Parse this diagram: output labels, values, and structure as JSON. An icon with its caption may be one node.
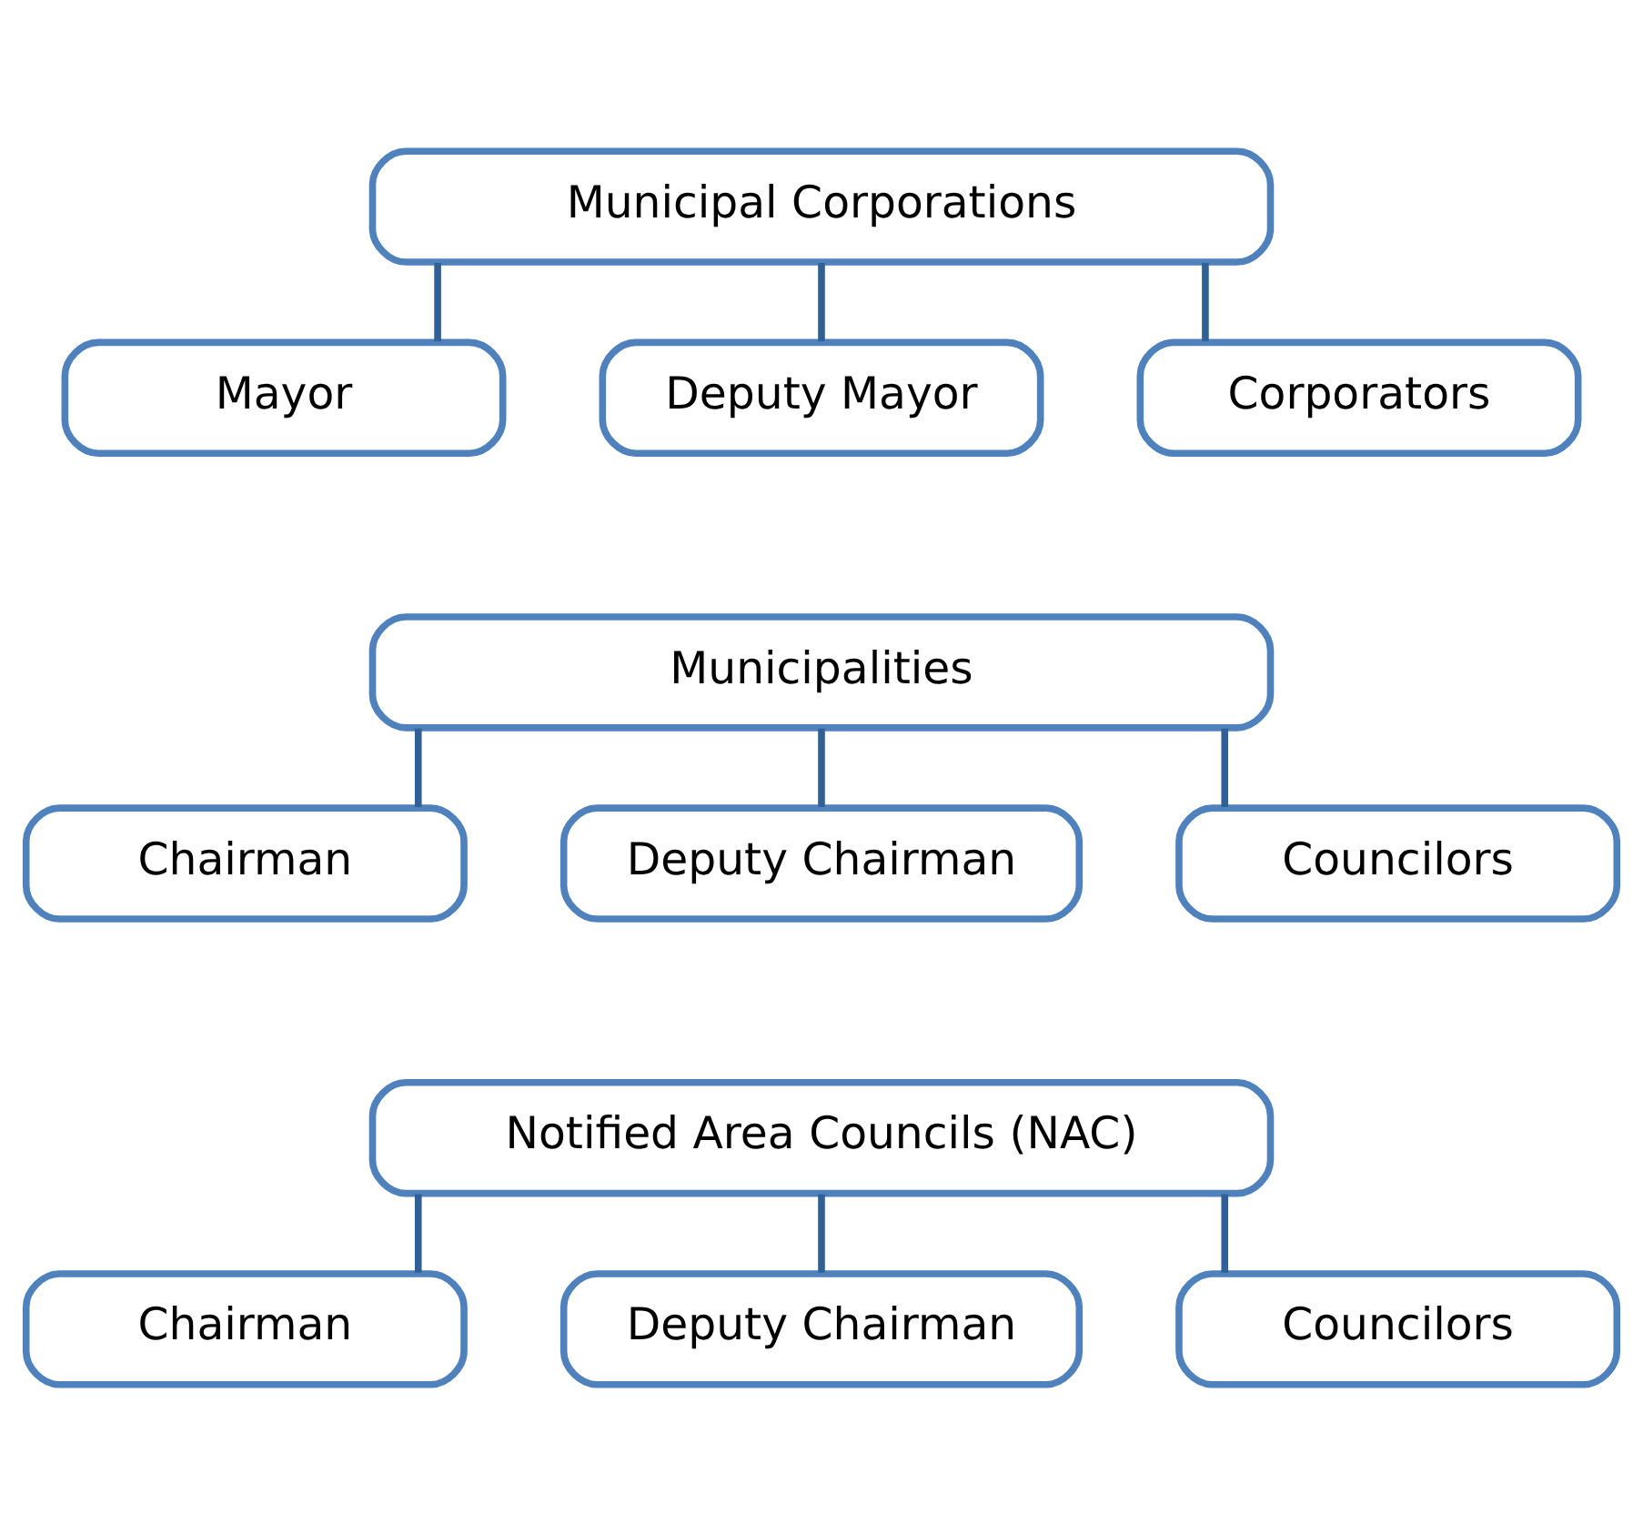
{
  "diagram": {
    "nodes": [
      {
        "text": [
          "Municipal Corporations"
        ]
      },
      {
        "text": [
          "Mayor"
        ]
      },
      {
        "text": [
          "Deputy Mayor"
        ]
      },
      {
        "text": [
          "Corporators"
        ]
      },
      {
        "text": [
          "Municipalities"
        ]
      },
      {
        "text": [
          "Chairman"
        ]
      },
      {
        "text": [
          "Deputy Chairman"
        ]
      },
      {
        "text": [
          "Councilors"
        ]
      },
      {
        "text": [
          "Notified Area Councils (NAC)"
        ]
      },
      {
        "text": [
          "Chairman"
        ]
      },
      {
        "text": [
          "Deputy Chairman"
        ]
      },
      {
        "text": [
          "Councilors"
        ]
      }
    ],
    "edges": [
      {
        "from": 0,
        "to": 1,
        "arrow": "none"
      },
      {
        "from": 0,
        "to": 2,
        "arrow": "none"
      },
      {
        "from": 0,
        "to": 3,
        "arrow": "none"
      },
      {
        "from": 4,
        "to": 5,
        "arrow": "none"
      },
      {
        "from": 4,
        "to": 6,
        "arrow": "none"
      },
      {
        "from": 4,
        "to": 7,
        "arrow": "none"
      },
      {
        "from": 8,
        "to": 9,
        "arrow": "none"
      },
      {
        "from": 8,
        "to": 10,
        "arrow": "none"
      },
      {
        "from": 8,
        "to": 11,
        "arrow": "none"
      }
    ]
  }
}
